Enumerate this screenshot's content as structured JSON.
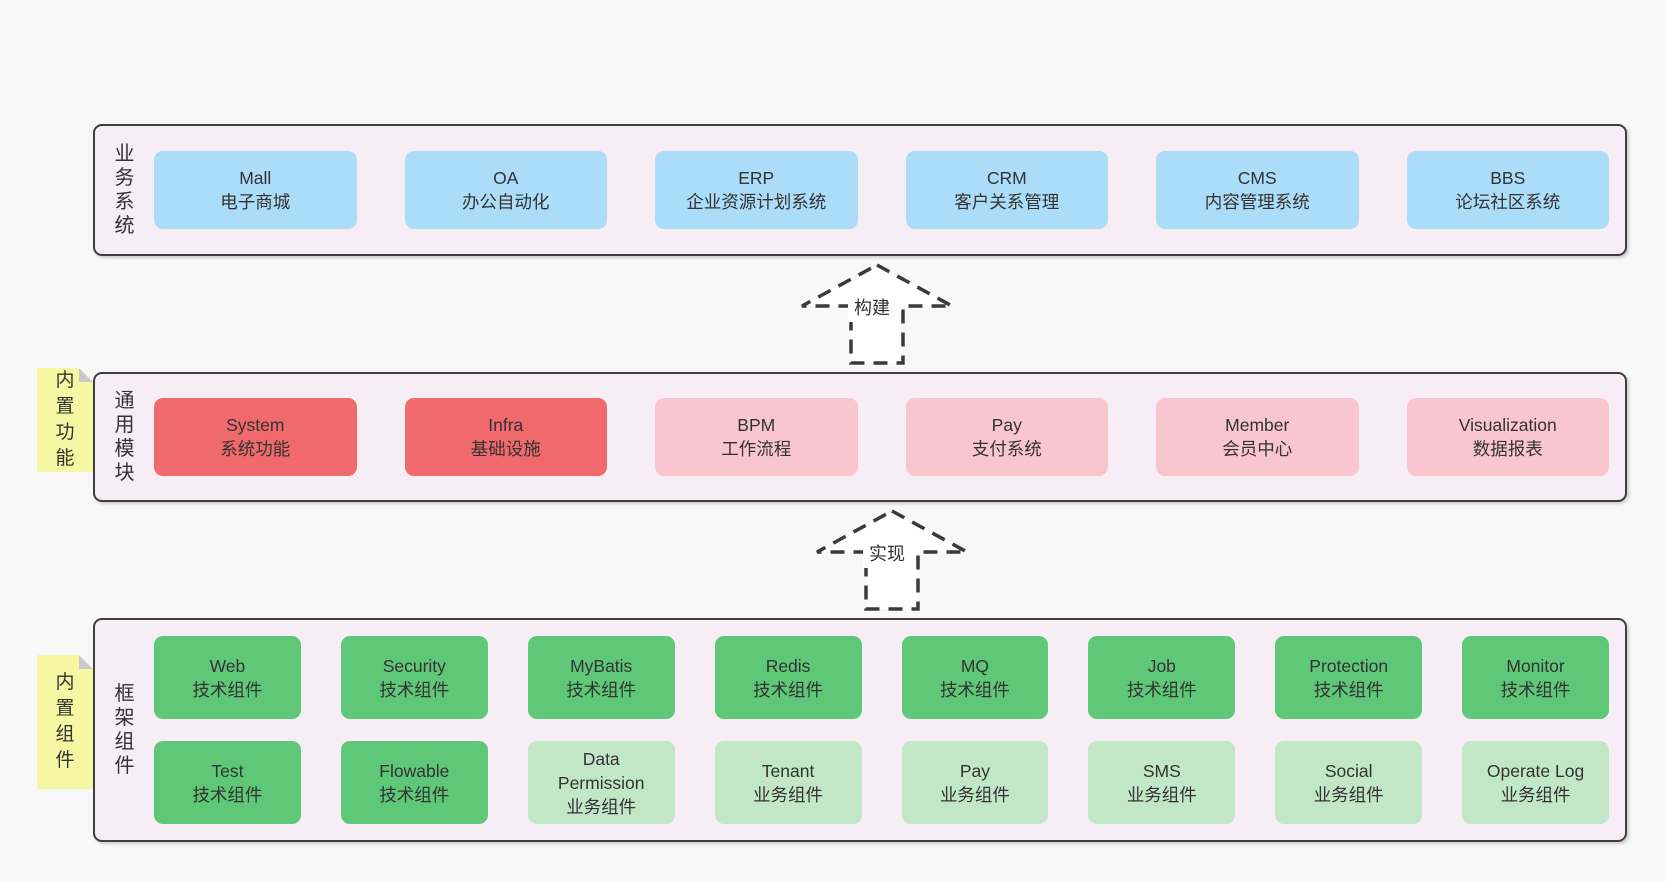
{
  "colors": {
    "page-bg": "#f8f8f8",
    "container-bg": "#f7edf5",
    "container-border": "#3f3f3f",
    "blue": "#abdcf8",
    "red": "#f0696c",
    "pink": "#f9c6cf",
    "green": "#5fc878",
    "light-green": "#c2e7c7",
    "note-yellow": "#f6f7a3",
    "note-fold": "#c9c9c9",
    "text": "#333333",
    "arrow-stroke": "#3a3a3a",
    "arrow-fill": "#ffffff"
  },
  "arrows": {
    "build": "构建",
    "implement": "实现"
  },
  "sections": {
    "business": {
      "label": "业务系统",
      "boxes": [
        {
          "name": "Mall",
          "subtitle": "电子商城"
        },
        {
          "name": "OA",
          "subtitle": "办公自动化"
        },
        {
          "name": "ERP",
          "subtitle": "企业资源计划系统"
        },
        {
          "name": "CRM",
          "subtitle": "客户关系管理"
        },
        {
          "name": "CMS",
          "subtitle": "内容管理系统"
        },
        {
          "name": "BBS",
          "subtitle": "论坛社区系统"
        }
      ]
    },
    "modules": {
      "label": "通用模块",
      "note": "内置功能",
      "boxes": [
        {
          "name": "System",
          "subtitle": "系统功能"
        },
        {
          "name": "Infra",
          "subtitle": "基础设施"
        },
        {
          "name": "BPM",
          "subtitle": "工作流程"
        },
        {
          "name": "Pay",
          "subtitle": "支付系统"
        },
        {
          "name": "Member",
          "subtitle": "会员中心"
        },
        {
          "name": "Visualization",
          "subtitle": "数据报表"
        }
      ]
    },
    "components": {
      "label": "框架组件",
      "note": "内置组件",
      "row1": [
        {
          "name": "Web",
          "subtitle": "技术组件"
        },
        {
          "name": "Security",
          "subtitle": "技术组件"
        },
        {
          "name": "MyBatis",
          "subtitle": "技术组件"
        },
        {
          "name": "Redis",
          "subtitle": "技术组件"
        },
        {
          "name": "MQ",
          "subtitle": "技术组件"
        },
        {
          "name": "Job",
          "subtitle": "技术组件"
        },
        {
          "name": "Protection",
          "subtitle": "技术组件"
        },
        {
          "name": "Monitor",
          "subtitle": "技术组件"
        }
      ],
      "row2": [
        {
          "name": "Test",
          "subtitle": "技术组件"
        },
        {
          "name": "Flowable",
          "subtitle": "技术组件"
        },
        {
          "name": "Data Permission",
          "subtitle": "业务组件"
        },
        {
          "name": "Tenant",
          "subtitle": "业务组件"
        },
        {
          "name": "Pay",
          "subtitle": "业务组件"
        },
        {
          "name": "SMS",
          "subtitle": "业务组件"
        },
        {
          "name": "Social",
          "subtitle": "业务组件"
        },
        {
          "name": "Operate Log",
          "subtitle": "业务组件"
        }
      ]
    }
  }
}
